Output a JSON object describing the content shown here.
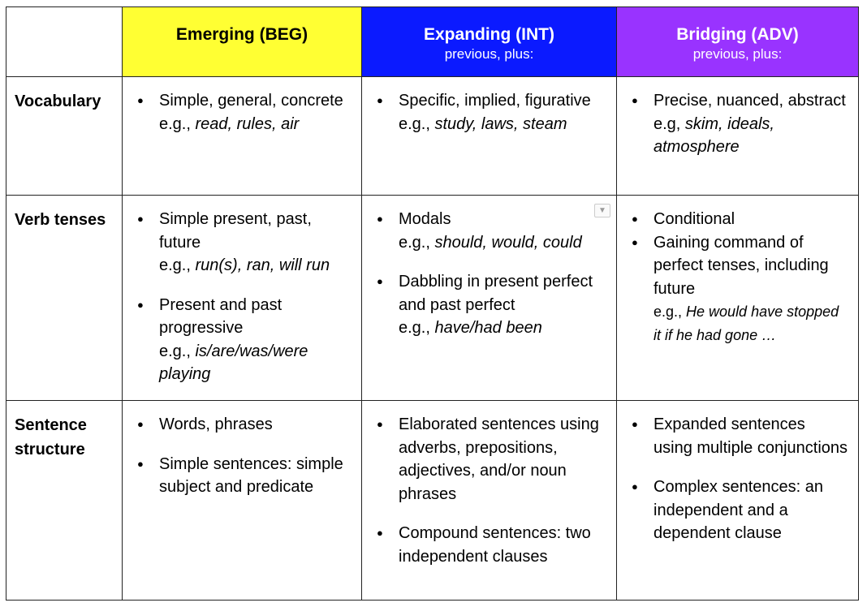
{
  "headers": {
    "emerging": {
      "title": "Emerging (BEG)",
      "sub": ""
    },
    "expanding": {
      "title": "Expanding (INT)",
      "sub": "previous, plus:"
    },
    "bridging": {
      "title": "Bridging (ADV)",
      "sub": "previous, plus:"
    }
  },
  "colors": {
    "emerging": "#ffff33",
    "expanding": "#0b1aff",
    "bridging": "#9933ff"
  },
  "dropdown_icon": "chevron-down-icon",
  "rows": {
    "vocabulary": {
      "label": "Vocabulary",
      "emerging": [
        {
          "text": "Simple, general, concrete",
          "ex_prefix": "e.g., ",
          "ex": "read, rules, air"
        }
      ],
      "expanding": [
        {
          "text": "Specific, implied, figurative",
          "ex_prefix": "e.g., ",
          "ex": "study, laws, steam"
        }
      ],
      "bridging": [
        {
          "text": "Precise, nuanced, abstract",
          "ex_prefix": "e.g, ",
          "ex": "skim, ideals, atmosphere"
        }
      ]
    },
    "verb_tenses": {
      "label": "Verb tenses",
      "emerging": [
        {
          "text": "Simple present, past, future",
          "ex_prefix": "e.g., ",
          "ex": "run(s), ran, will run"
        },
        {
          "text": "Present and past progressive",
          "ex_prefix": "e.g., ",
          "ex": "is/are/was/were playing"
        }
      ],
      "expanding": [
        {
          "text": "Modals",
          "ex_prefix": "e.g., ",
          "ex": "should, would, could"
        },
        {
          "text": "Dabbling in present perfect and past perfect",
          "ex_prefix": "e.g., ",
          "ex": "have/had been"
        }
      ],
      "bridging": [
        {
          "text": "Conditional"
        },
        {
          "text": "Gaining command of perfect tenses, including future",
          "ex_prefix": "e.g., ",
          "ex": "He would have stopped it if he had gone …"
        }
      ]
    },
    "sentence_structure": {
      "label": "Sentence structure",
      "emerging": [
        {
          "text": "Words, phrases"
        },
        {
          "text": "Simple sentences: simple subject and predicate"
        }
      ],
      "expanding": [
        {
          "text": "Elaborated sentences using adverbs, prepositions, adjectives, and/or noun phrases"
        },
        {
          "text": "Compound sentences: two independent clauses"
        }
      ],
      "bridging": [
        {
          "text": "Expanded sentences using multiple conjunctions"
        },
        {
          "text": "Complex sentences: an independent and a dependent clause"
        }
      ]
    }
  }
}
